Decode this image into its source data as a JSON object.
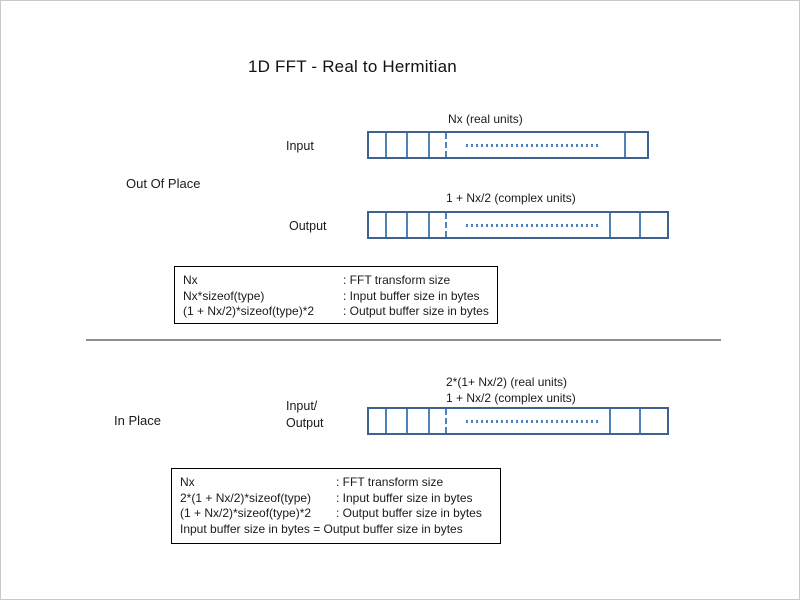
{
  "title": "1D FFT - Real to Hermitian",
  "sections": {
    "out_of_place": {
      "label": "Out Of Place",
      "input_label": "Input",
      "input_size_label": "Nx (real units)",
      "output_label": "Output",
      "output_size_label": "1 + Nx/2 (complex units)",
      "info_rows": [
        {
          "expr": "Nx",
          "desc": ": FFT transform size"
        },
        {
          "expr": "Nx*sizeof(type)",
          "desc": ": Input buffer size in bytes"
        },
        {
          "expr": "(1 + Nx/2)*sizeof(type)*2",
          "desc": ": Output buffer size in bytes"
        }
      ]
    },
    "in_place": {
      "label": "In Place",
      "io_label_line1": "Input/",
      "io_label_line2": "Output",
      "size_label_line1": "2*(1+ Nx/2) (real units)",
      "size_label_line2": "1 + Nx/2 (complex units)",
      "info_rows": [
        {
          "expr": "Nx",
          "desc": ": FFT transform size"
        },
        {
          "expr": "2*(1 + Nx/2)*sizeof(type)",
          "desc": ": Input buffer size in bytes"
        },
        {
          "expr": "(1 + Nx/2)*sizeof(type)*2",
          "desc": ": Output buffer size in bytes"
        }
      ],
      "info_footer": "Input buffer size in bytes = Output buffer size in bytes"
    }
  },
  "colors": {
    "buffer_border": "#3d6292",
    "buffer_divider": "#4f81bd",
    "section_divider": "#8f8f8f"
  }
}
